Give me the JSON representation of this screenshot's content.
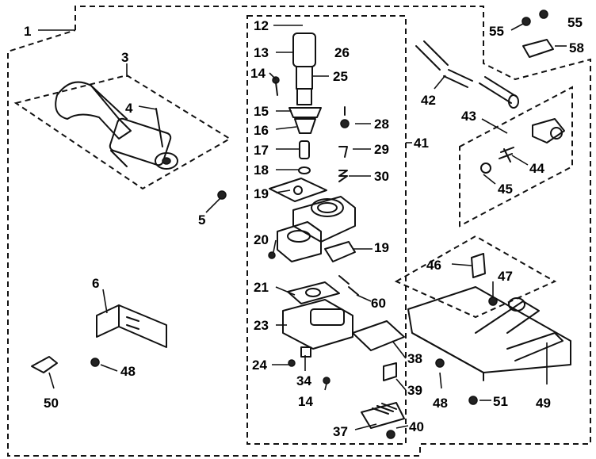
{
  "callouts": {
    "c1": "1",
    "c3": "3",
    "c4": "4",
    "c5": "5",
    "c6": "6",
    "c12": "12",
    "c13": "13",
    "c14a": "14",
    "c14b": "14",
    "c15": "15",
    "c16": "16",
    "c17": "17",
    "c18": "18",
    "c19a": "19",
    "c19b": "19",
    "c20": "20",
    "c21": "21",
    "c23": "23",
    "c24": "24",
    "c25": "25",
    "c26": "26",
    "c28": "28",
    "c29": "29",
    "c30": "30",
    "c34": "34",
    "c37": "37",
    "c38": "38",
    "c39": "39",
    "c40": "40",
    "c41": "41",
    "c42": "42",
    "c43": "43",
    "c44": "44",
    "c45": "45",
    "c46": "46",
    "c47": "47",
    "c48a": "48",
    "c48b": "48",
    "c49": "49",
    "c50": "50",
    "c51": "51",
    "c55a": "55",
    "c55b": "55",
    "c58": "58",
    "c60": "60"
  }
}
